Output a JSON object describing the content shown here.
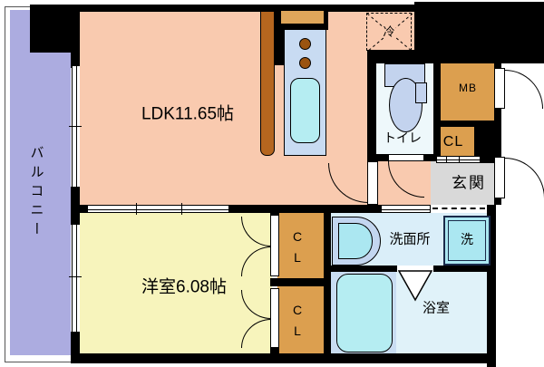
{
  "rooms": {
    "balcony": {
      "label": "バルコニー"
    },
    "ldk": {
      "label": "LDK11.65帖"
    },
    "bedroom": {
      "label": "洋室6.08帖"
    },
    "toilet": {
      "label": "トイレ"
    },
    "entrance": {
      "label": "玄関"
    },
    "washroom": {
      "label": "洗面所"
    },
    "bathroom": {
      "label": "浴室"
    },
    "meter_box": {
      "label": "MB"
    },
    "closet_hall": {
      "label": "CL"
    },
    "closet_bedroom_top": {
      "label": "CL"
    },
    "closet_bedroom_bottom": {
      "label": "CL"
    },
    "washer": {
      "label": "洗"
    },
    "refrigerator": {
      "label": "冷"
    }
  },
  "colors": {
    "wall": "#000000",
    "exterior": "#ffffff",
    "ldk_floor": "#f9caaf",
    "bedroom_floor": "#f7f4bc",
    "balcony": "#acace0",
    "closet": "#dc9f4f",
    "kitchen_counter": "#c8dbf2",
    "sink_tub": "#b5edf2",
    "washroom_floor": "#daeef9",
    "bathroom_floor": "#e0f2f9",
    "bathtub_area": "#c9ddf2",
    "entrance_floor": "#d9d9d9",
    "toilet_floor": "#eef8fb",
    "toilet_fixture": "#c3d3ee",
    "washer_fill": "#abe7f1",
    "counter_bar": "#b5661f",
    "burner": "#9b5410",
    "range_hood": "#dfa65a"
  }
}
